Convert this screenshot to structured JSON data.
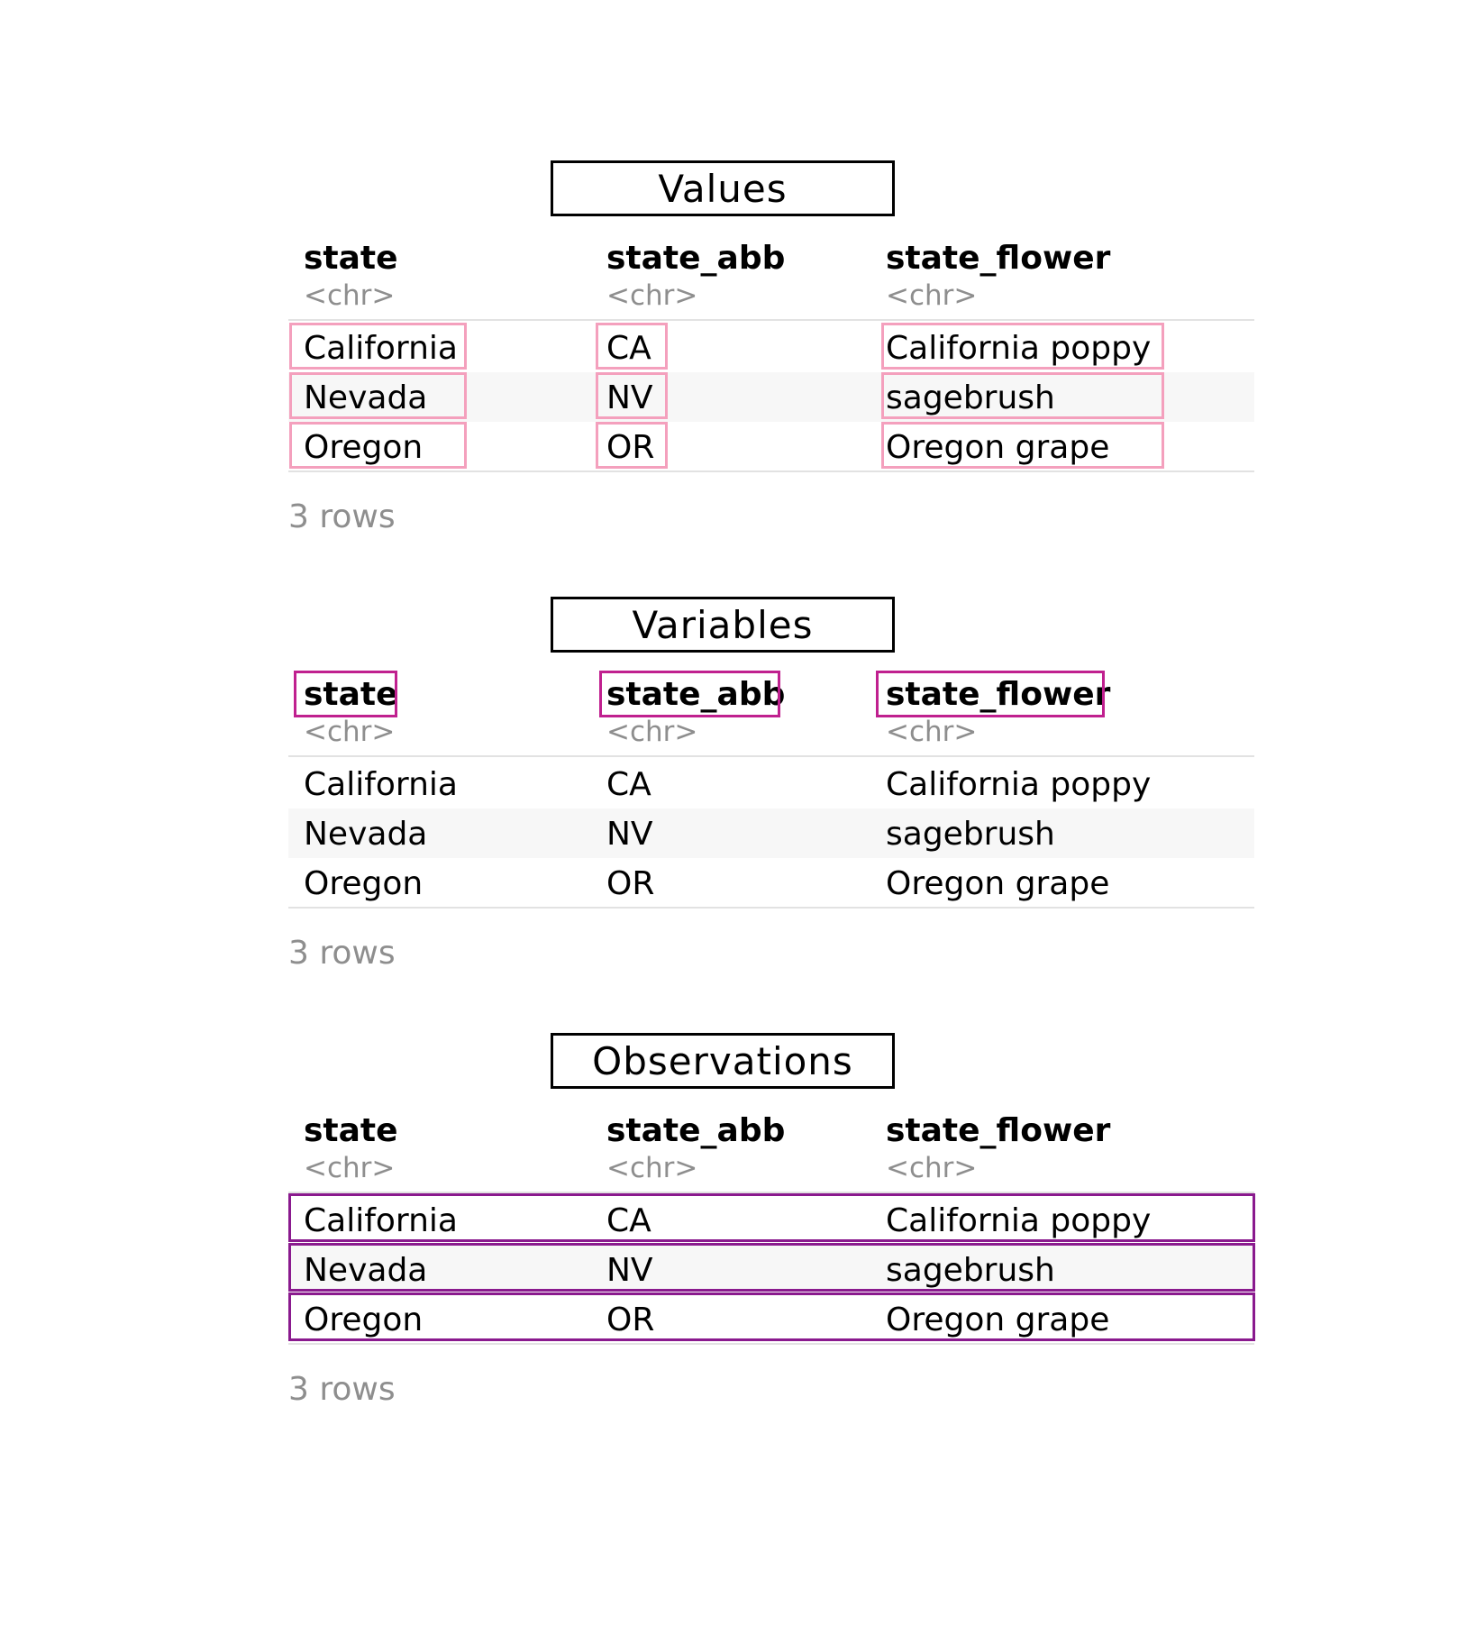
{
  "panels": [
    {
      "title": "Values",
      "columns": [
        {
          "name": "state",
          "type": "<chr>"
        },
        {
          "name": "state_abb",
          "type": "<chr>"
        },
        {
          "name": "state_flower",
          "type": "<chr>"
        }
      ],
      "rows": [
        [
          "California",
          "CA",
          "California poppy"
        ],
        [
          "Nevada",
          "NV",
          "sagebrush"
        ],
        [
          "Oregon",
          "OR",
          "Oregon grape"
        ]
      ],
      "footer": "3 rows",
      "highlight": "values"
    },
    {
      "title": "Variables",
      "columns": [
        {
          "name": "state",
          "type": "<chr>"
        },
        {
          "name": "state_abb",
          "type": "<chr>"
        },
        {
          "name": "state_flower",
          "type": "<chr>"
        }
      ],
      "rows": [
        [
          "California",
          "CA",
          "California poppy"
        ],
        [
          "Nevada",
          "NV",
          "sagebrush"
        ],
        [
          "Oregon",
          "OR",
          "Oregon grape"
        ]
      ],
      "footer": "3 rows",
      "highlight": "variables"
    },
    {
      "title": "Observations",
      "columns": [
        {
          "name": "state",
          "type": "<chr>"
        },
        {
          "name": "state_abb",
          "type": "<chr>"
        },
        {
          "name": "state_flower",
          "type": "<chr>"
        }
      ],
      "rows": [
        [
          "California",
          "CA",
          "California poppy"
        ],
        [
          "Nevada",
          "NV",
          "sagebrush"
        ],
        [
          "Oregon",
          "OR",
          "Oregon grape"
        ]
      ],
      "footer": "3 rows",
      "highlight": "observations"
    }
  ],
  "colors": {
    "values_highlight": "#f4a0bd",
    "variables_highlight": "#c0208f",
    "observations_highlight": "#8a1a8e",
    "stripe": "#f7f7f7",
    "muted_text": "#8e8e8e"
  }
}
